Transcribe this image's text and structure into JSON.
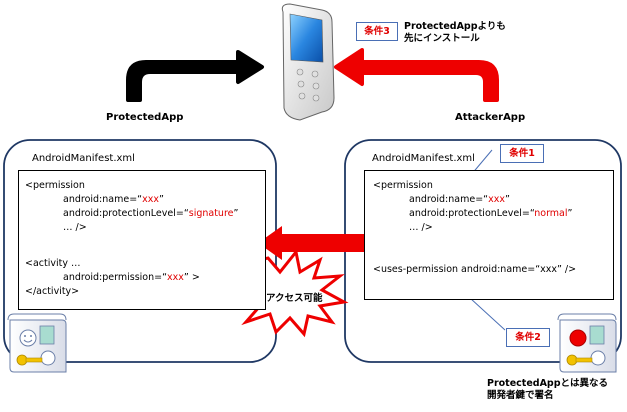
{
  "protected_app": {
    "label": "ProtectedApp",
    "manifest_title": "AndroidManifest.xml",
    "permission_block": {
      "open": "<permission",
      "name_prefix": "android:name=“",
      "name_value": "xxx",
      "name_suffix": "”",
      "level_prefix": "android:protectionLevel=“",
      "level_value": "signature",
      "level_suffix": "”",
      "close": "… />"
    },
    "activity_block": {
      "open": "<activity …",
      "perm_prefix": "android:permission=“",
      "perm_value": "xxx",
      "perm_suffix": "” >",
      "close": "</activity>"
    },
    "cert_icon": "certificate-smiley-icon"
  },
  "attacker_app": {
    "label": "AttackerApp",
    "manifest_title": "AndroidManifest.xml",
    "permission_block": {
      "open": "<permission",
      "name_prefix": "android:name=“",
      "name_value": "xxx",
      "name_suffix": "”",
      "level_prefix": "android:protectionLevel=“",
      "level_value": "normal",
      "level_suffix": "”",
      "close": "… />"
    },
    "uses_permission": "<uses-permission android:name=“xxx” />",
    "cert_icon": "certificate-red-seal-icon"
  },
  "conditions": {
    "cond1": "条件1",
    "cond2": "条件2",
    "cond3": "条件3"
  },
  "notes": {
    "cond3_line1": "ProtectedAppよりも",
    "cond3_line2": "先にインストール",
    "cond2_line1": "ProtectedAppとは異なる",
    "cond2_line2": "開発者鍵で署名"
  },
  "access_label": "アクセス可能",
  "colors": {
    "red_arrow": "#ee0000",
    "black_arrow": "#000000",
    "panel_border": "#1f3864",
    "condition_border": "#4a6fb5",
    "condition_text": "#e00000",
    "phone_blue": "#2a7fd4"
  }
}
